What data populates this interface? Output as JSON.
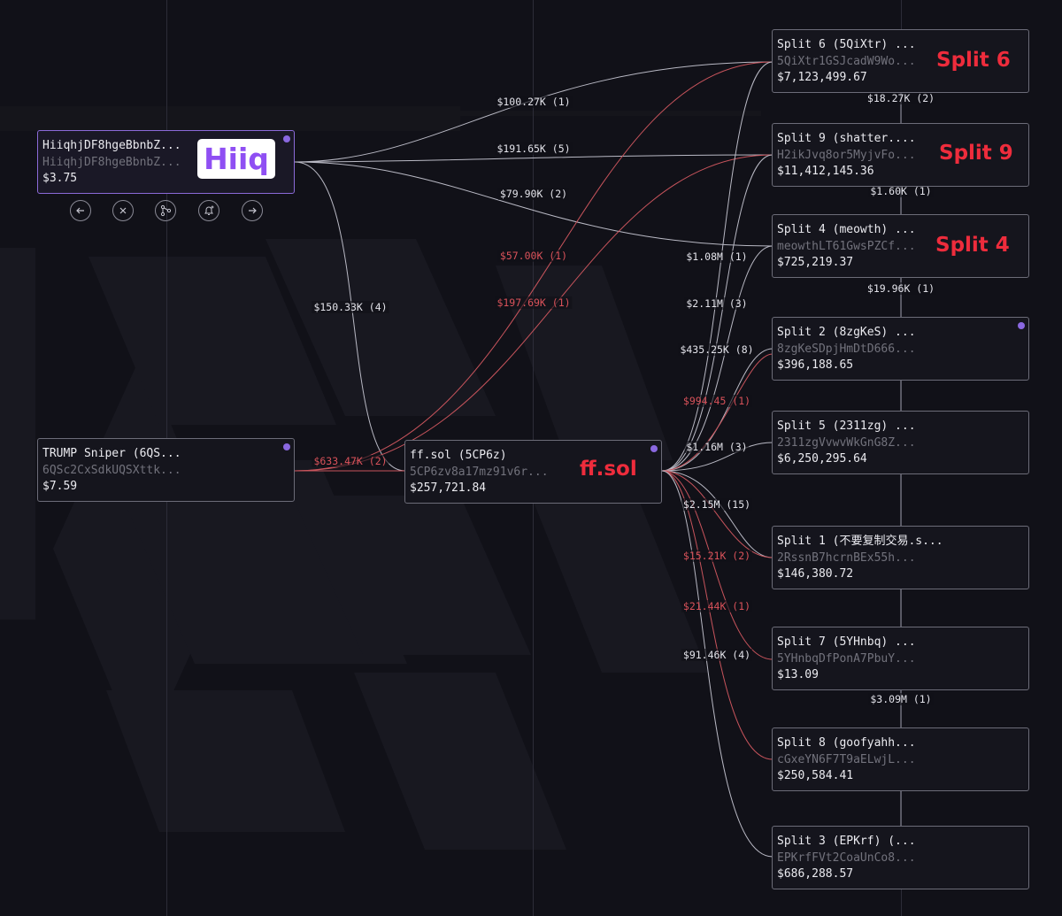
{
  "nodes": {
    "hiiq": {
      "name": "HiiqhjDF8hgeBbnbZ...",
      "address": "HiiqhjDF8hgeBbnbZ...",
      "value": "$3.75"
    },
    "trump": {
      "name": "TRUMP Sniper (6QS...",
      "address": "6QSc2CxSdkUQSXttk...",
      "value": "$7.59"
    },
    "ffsol": {
      "name": "ff.sol (5CP6z)",
      "address": "5CP6zv8a17mz91v6r...",
      "value": "$257,721.84"
    },
    "split6": {
      "name": "Split 6 (5QiXtr) ...",
      "address": "5QiXtr1GSJcadW9Wo...",
      "value": "$7,123,499.67"
    },
    "split9": {
      "name": "Split 9 (shatter....",
      "address": "H2ikJvq8or5MyjvFo...",
      "value": "$11,412,145.36"
    },
    "split4": {
      "name": "Split 4 (meowth) ...",
      "address": "meowthLT61GwsPZCf...",
      "value": "$725,219.37"
    },
    "split2": {
      "name": "Split 2 (8zgKeS) ...",
      "address": "8zgKeSDpjHmDtD666...",
      "value": "$396,188.65"
    },
    "split5": {
      "name": "Split 5 (2311zg) ...",
      "address": "2311zgVvwvWkGnG8Z...",
      "value": "$6,250,295.64"
    },
    "split1": {
      "name": "Split 1 (不要复制交易.s...",
      "address": "2RssnB7hcrnBEx55h...",
      "value": "$146,380.72"
    },
    "split7": {
      "name": "Split 7 (5YHnbq) ...",
      "address": "5YHnbqDfPonA7PbuY...",
      "value": "$13.09"
    },
    "split8": {
      "name": "Split 8 (goofyahh...",
      "address": "cGxeYN6F7T9aELwjL...",
      "value": "$250,584.41"
    },
    "split3": {
      "name": "Split 3 (EPKrf) (...",
      "address": "EPKrfFVt2CoaUnCo8...",
      "value": "$686,288.57"
    }
  },
  "annotations": {
    "hiiq": "Hiiq",
    "ffsol": "ff.sol",
    "split6": "Split 6",
    "split9": "Split 9",
    "split4": "Split 4"
  },
  "edges": [
    {
      "id": "hiiq-split6",
      "label": "$100.27K (1)",
      "kind": "outflow"
    },
    {
      "id": "hiiq-split9",
      "label": "$191.65K (5)",
      "kind": "outflow"
    },
    {
      "id": "hiiq-split4",
      "label": "$79.90K (2)",
      "kind": "outflow"
    },
    {
      "id": "hiiq-ffsol",
      "label": "$150.33K (4)",
      "kind": "outflow"
    },
    {
      "id": "trump-split6",
      "label": "$57.00K (1)",
      "kind": "inflow"
    },
    {
      "id": "trump-split9",
      "label": "$197.69K (1)",
      "kind": "inflow"
    },
    {
      "id": "trump-ffsol",
      "label": "$633.47K (2)",
      "kind": "inflow"
    },
    {
      "id": "ffsol-split4",
      "label": "$1.08M (1)",
      "kind": "outflow"
    },
    {
      "id": "ffsol-split9",
      "label": "$2.11M (3)",
      "kind": "outflow"
    },
    {
      "id": "ffsol-split2",
      "label": "$435.25K (8)",
      "kind": "outflow"
    },
    {
      "id": "split2-ffsol",
      "label": "$994.45 (1)",
      "kind": "inflow"
    },
    {
      "id": "ffsol-split5",
      "label": "$1.16M (3)",
      "kind": "outflow"
    },
    {
      "id": "ffsol-split1",
      "label": "$2.15M (15)",
      "kind": "outflow"
    },
    {
      "id": "split1-ffsol",
      "label": "$15.21K (2)",
      "kind": "inflow"
    },
    {
      "id": "split7-ffsol",
      "label": "$21.44K (1)",
      "kind": "inflow"
    },
    {
      "id": "ffsol-split6",
      "label": "$91.46K (4)",
      "kind": "outflow"
    },
    {
      "id": "split8-ffsol",
      "label": "",
      "kind": "inflow"
    },
    {
      "id": "ffsol-split3",
      "label": "",
      "kind": "outflow"
    },
    {
      "id": "split6-split9",
      "label": "$18.27K (2)",
      "kind": "outflow"
    },
    {
      "id": "split9-split4",
      "label": "$1.60K (1)",
      "kind": "outflow"
    },
    {
      "id": "split4-split2",
      "label": "$19.96K (1)",
      "kind": "outflow"
    },
    {
      "id": "split7-split8",
      "label": "$3.09M (1)",
      "kind": "outflow"
    }
  ],
  "actions": [
    {
      "icon": "arrow-left-icon"
    },
    {
      "icon": "close-icon"
    },
    {
      "icon": "expand-graph-icon"
    },
    {
      "icon": "add-alert-icon"
    },
    {
      "icon": "arrow-right-icon"
    }
  ],
  "colors": {
    "accent": "#8a68e0",
    "annotation": "#ee2c3c",
    "edge_out": "#b9b9c4",
    "edge_in": "#c8545c",
    "background": "#111118"
  }
}
